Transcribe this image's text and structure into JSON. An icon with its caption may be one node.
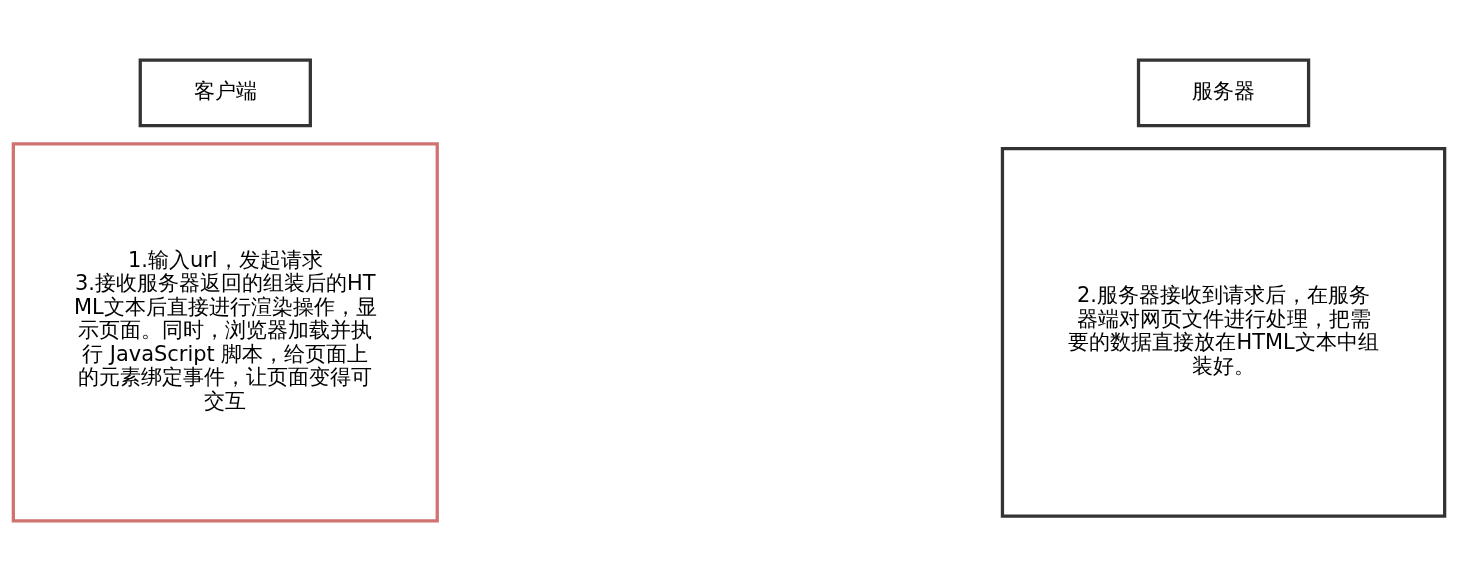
{
  "diagram": {
    "nodes": [
      {
        "text": [
          "客户端"
        ]
      },
      {
        "text": [
          "1.输入url，发起请求",
          "3.接收服务器返回的组装后的HTML文本后直接进行渲染操作，显示页面。同时，浏览器加载并执行 JavaScript 脚本，给页面上的元素绑定事件，让页面变得可交互"
        ]
      },
      {
        "text": [
          "服务器"
        ]
      },
      {
        "text": [
          "2.服务器接收到请求后，在服务器端对网页文件进行处理，把需要的数据直接放在HTML文本中组装好。"
        ]
      }
    ]
  }
}
